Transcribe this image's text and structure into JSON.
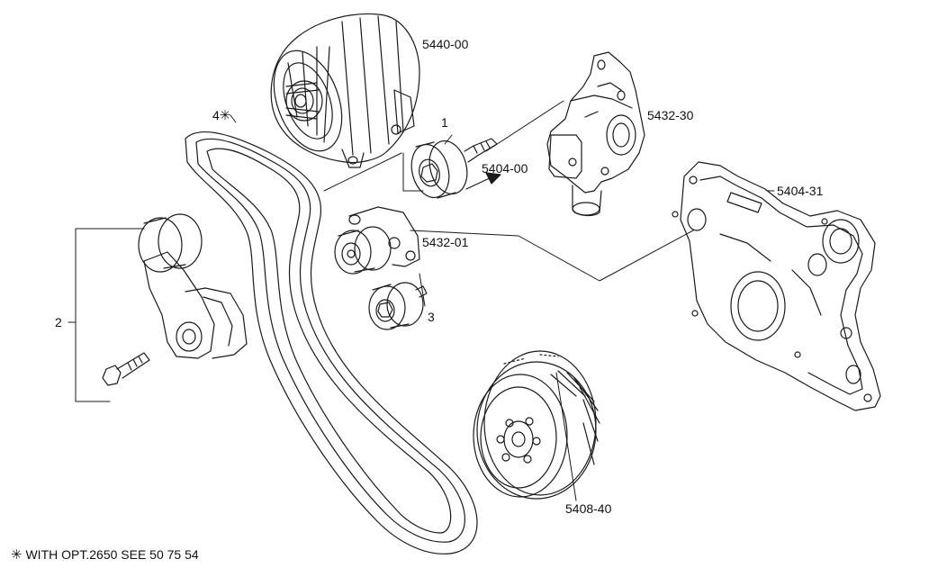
{
  "labels": {
    "alternator": "5440-00",
    "water_pump": "5432-30",
    "idler_group": "5404-00",
    "timing_cover": "5404-31",
    "idler_pulley": "5432-01",
    "damper": "5408-40",
    "ref1": "1",
    "ref2": "2",
    "ref3": "3",
    "ref4": "4"
  },
  "footnote": {
    "marker": "✳",
    "text": "WITH OPT.2650 SEE 50 75 54"
  },
  "star_marker": "✳",
  "colors": {
    "line": "#1a1a1a",
    "background": "#ffffff"
  }
}
